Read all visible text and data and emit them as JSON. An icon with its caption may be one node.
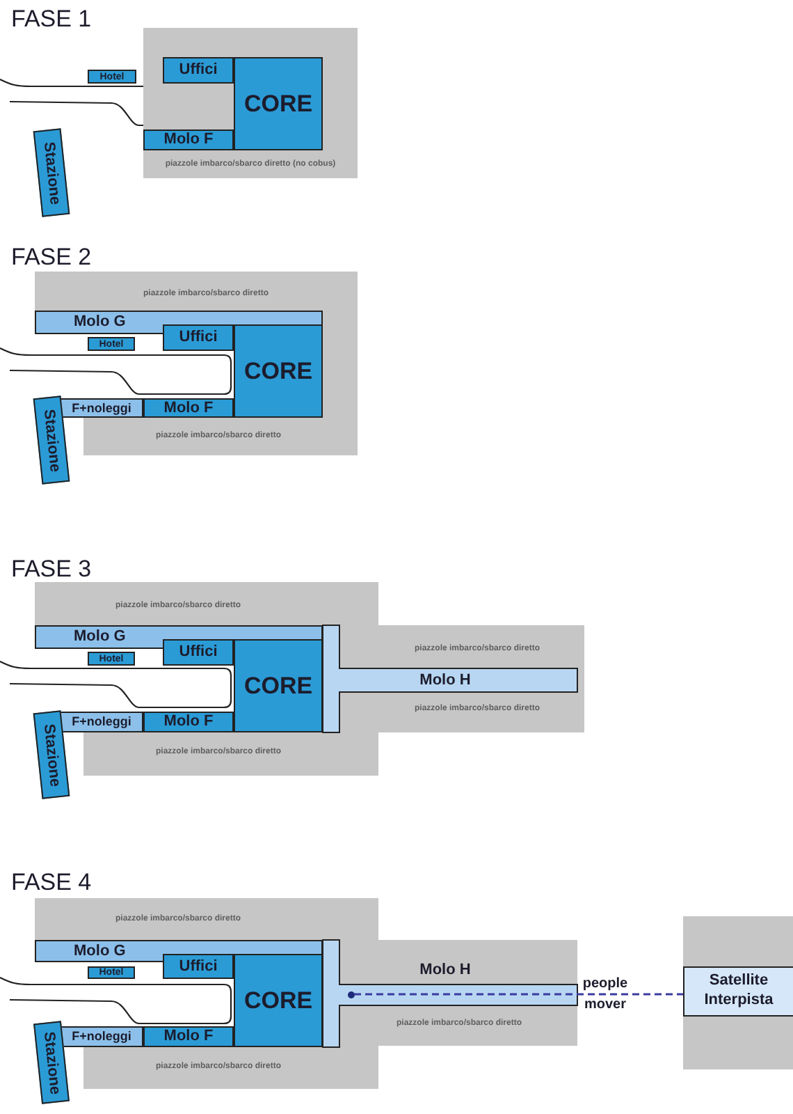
{
  "diagram": {
    "nodes": [
      {
        "text": [
          "piazzole imbarco/sbarco diretto (no cobus)"
        ]
      },
      {
        "text": [
          "Uffici"
        ],
        "in": 0
      },
      {
        "text": [
          "Hotel"
        ]
      },
      {
        "text": [
          "CORE"
        ],
        "in": 0
      },
      {
        "text": [
          "Molo F"
        ],
        "in": 0
      },
      {
        "text": [
          "Stazione"
        ]
      },
      {
        "text": [
          "piazzole imbarco/sbarco diretto",
          "piazzole imbarco/sbarco diretto"
        ]
      },
      {
        "text": [
          "Molo G"
        ]
      },
      {
        "text": [
          "Uffici"
        ]
      },
      {
        "text": [
          "Hotel"
        ]
      },
      {
        "text": [
          "CORE"
        ]
      },
      {
        "text": [
          "F+noleggi"
        ]
      },
      {
        "text": [
          "Molo F"
        ]
      },
      {
        "text": [
          "Stazione"
        ]
      },
      {
        "text": [
          "piazzole imbarco/sbarco diretto",
          "piazzole imbarco/sbarco diretto",
          "piazzole imbarco/sbarco diretto",
          "piazzole imbarco/sbarco diretto"
        ]
      },
      {
        "text": [
          "Molo G"
        ]
      },
      {
        "text": [
          "Molo H"
        ],
        "in": 14
      },
      {
        "text": [
          "Uffici"
        ]
      },
      {
        "text": [
          "Hotel"
        ]
      },
      {
        "text": [
          "CORE"
        ]
      },
      {
        "text": [
          "F+noleggi"
        ]
      },
      {
        "text": [
          "Molo F"
        ]
      },
      {
        "text": [
          "Stazione"
        ]
      },
      {
        "text": [
          "piazzole imbarco/sbarco diretto",
          "piazzole imbarco/sbarco diretto",
          "piazzole imbarco/sbarco diretto"
        ]
      },
      {
        "text": [
          "Molo G"
        ]
      },
      {
        "text": [
          "Molo H"
        ],
        "in": 23
      },
      {
        "text": [],
        "shape": "circle",
        "in": 25
      },
      {
        "text": [
          "Uffici"
        ]
      },
      {
        "text": [
          "Hotel"
        ]
      },
      {
        "text": [
          "CORE"
        ]
      },
      {
        "text": [
          "F+noleggi"
        ]
      },
      {
        "text": [
          "Molo F"
        ]
      },
      {
        "text": [
          "Stazione"
        ]
      },
      {
        "text": [],
        "shape": "box"
      },
      {
        "text": [
          "Satellite Interpista"
        ],
        "in": 33
      }
    ],
    "edges": [
      {
        "from": 26,
        "to": 34,
        "arrow": "none",
        "label": "people mover",
        "style": "dashed"
      }
    ],
    "labels": [
      "FASE 1",
      "FASE 2",
      "FASE 3",
      "FASE 4"
    ]
  }
}
